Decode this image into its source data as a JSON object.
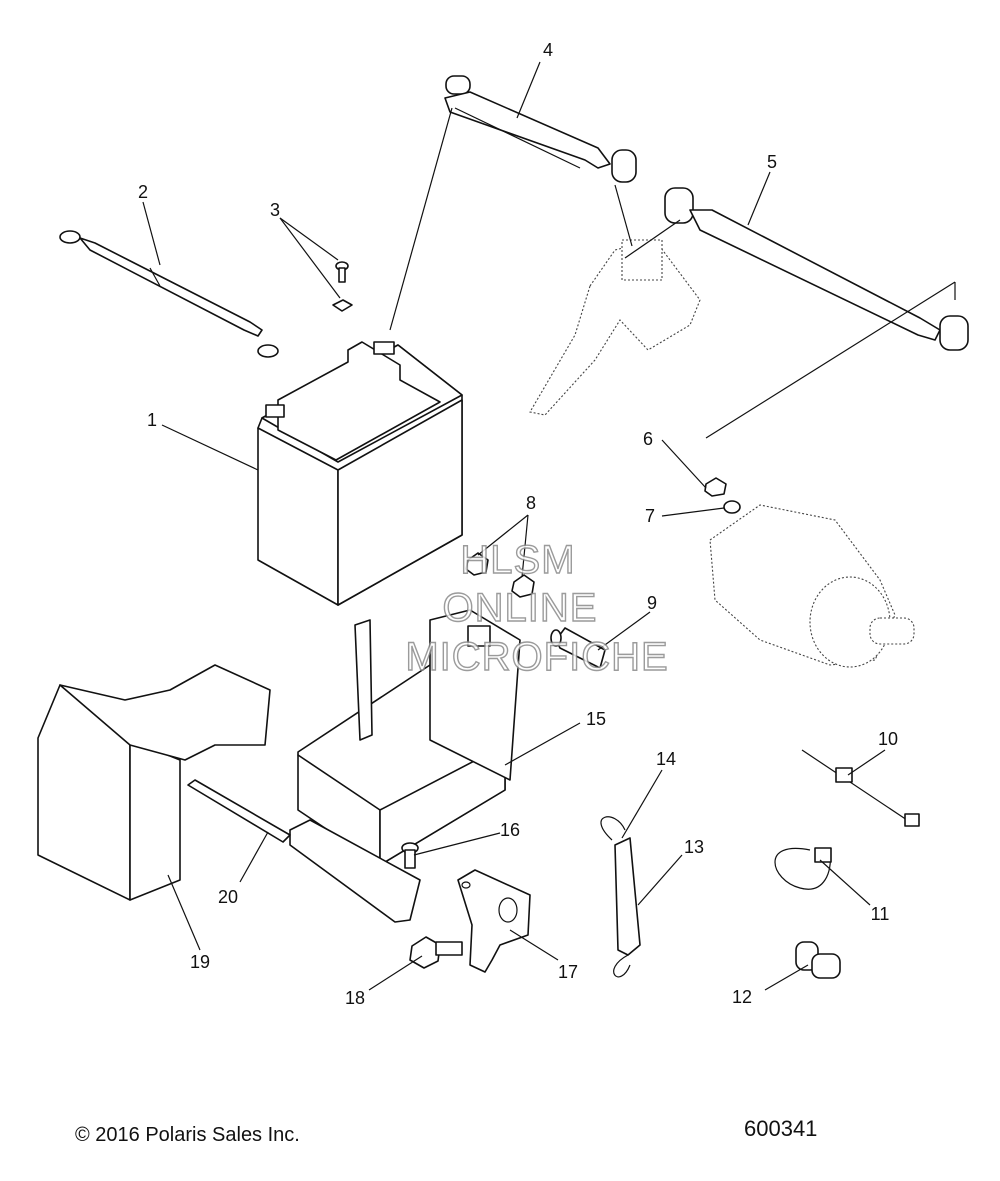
{
  "callouts": [
    {
      "n": "1"
    },
    {
      "n": "2"
    },
    {
      "n": "3"
    },
    {
      "n": "4"
    },
    {
      "n": "5"
    },
    {
      "n": "6"
    },
    {
      "n": "7"
    },
    {
      "n": "8"
    },
    {
      "n": "9"
    },
    {
      "n": "10"
    },
    {
      "n": "11"
    },
    {
      "n": "12"
    },
    {
      "n": "13"
    },
    {
      "n": "14"
    },
    {
      "n": "15"
    },
    {
      "n": "16"
    },
    {
      "n": "17"
    },
    {
      "n": "18"
    },
    {
      "n": "19"
    },
    {
      "n": "20"
    }
  ],
  "watermark": {
    "line1": "HLSM",
    "line2": "ONLINE",
    "line3": "MICROFICHE"
  },
  "footer": {
    "copyright": "© 2016 Polaris Sales Inc.",
    "drawing_number": "600341"
  }
}
